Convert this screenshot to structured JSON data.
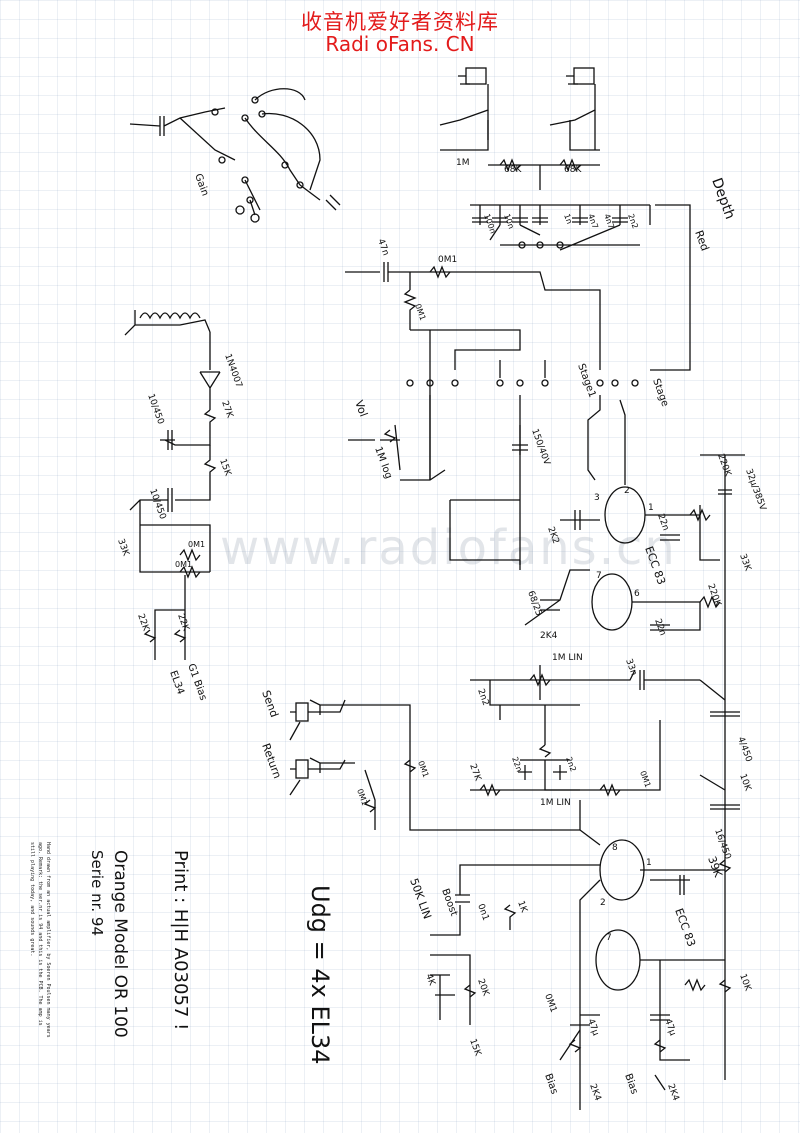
{
  "header": {
    "site_cn": "收音机爱好者资料库",
    "site_en": "Radi oFans. CN"
  },
  "watermark": "www.radiofans.cn",
  "notes": {
    "valves": "Udg = 4x EL34",
    "print": "Print : H|H  A03057 !",
    "model": "Orange Model OR 100",
    "serial": "Serie nr. 94",
    "credit": "Hand drawn from an actual amplifier, by Soeren Poulsen many years ago. Remark: the ser.nr is 94 and this is the PCB. The amp is still playing today, and sounds great."
  },
  "labels": {
    "depth": "Depth",
    "red": "Red",
    "vol": "Vol",
    "send": "Send",
    "return": "Return",
    "gain": "Gain",
    "stage1": "Stage1",
    "stage2": "Stage",
    "boost": "Boost",
    "g1_bias": "G1 Bias",
    "el34": "EL34",
    "ecc_top": "ECC 83",
    "ecc_bottom": "ECC 83",
    "bias_left": "Bias",
    "bias_right": "Bias"
  },
  "components": {
    "r_68k_a": "68K",
    "r_68k_b": "68K",
    "r_1m_top": "1M",
    "c_100n": "100n",
    "c_10n": "10n",
    "c_1n": "1n",
    "c_4n7_a": "4n7",
    "c_4n7_b": "4n7",
    "c_2n2": "2n2",
    "c_47n": "47n",
    "r_0m1_top": "0M1",
    "r_0m1_b": "0M1",
    "pot_1m_log": "1M log",
    "c_1n5": "150/40V",
    "diode": "1N4007",
    "r_27k_top": "27K",
    "c_10_450": "10/450",
    "r_15k": "15K",
    "c_10_450_b": "10/450",
    "r_33k": "33K",
    "r_0m1_c": "0M1",
    "r_0m1_d": "0M1",
    "r_22k": "22K",
    "r_22k_b": "22K",
    "r_220k_top": "220K",
    "c_32_385": "32μ/385V",
    "r_33k_r": "33K",
    "r_2k2": "2K2",
    "c_68_25": "68/25",
    "r_2k4": "2K4",
    "r_220k_2": "220K",
    "c_22n_a": "22n",
    "c_22n_b": "22n",
    "pot_1m_lin": "1M LIN",
    "c_2n2_b": "2n2",
    "c_33n": "33n",
    "r_27k": "27K",
    "c_22n_c": "22n",
    "c_2n2_c": "2n2",
    "pot_1m_lin_b": "1M LIN",
    "r_0m1_e": "0M1",
    "r_0m1_f": "0M1",
    "r_0m1_g": "0M1",
    "c_4_450": "4/450",
    "r_10k": "10K",
    "c_16_450": "16/450",
    "r_39k": "39K",
    "pot_50k": "50K LIN",
    "c_0n1": "0n1",
    "r_1k": "1K",
    "r_10k_b": "10K",
    "r_4k": "4K",
    "r_20k": "20K",
    "r_15k_b": "15K",
    "c_47u": "47μ",
    "r_0m1_h": "0M1",
    "r_2k4_b": "2K4",
    "r_2k4_c": "2K4",
    "c_47u_b": "47μ"
  }
}
